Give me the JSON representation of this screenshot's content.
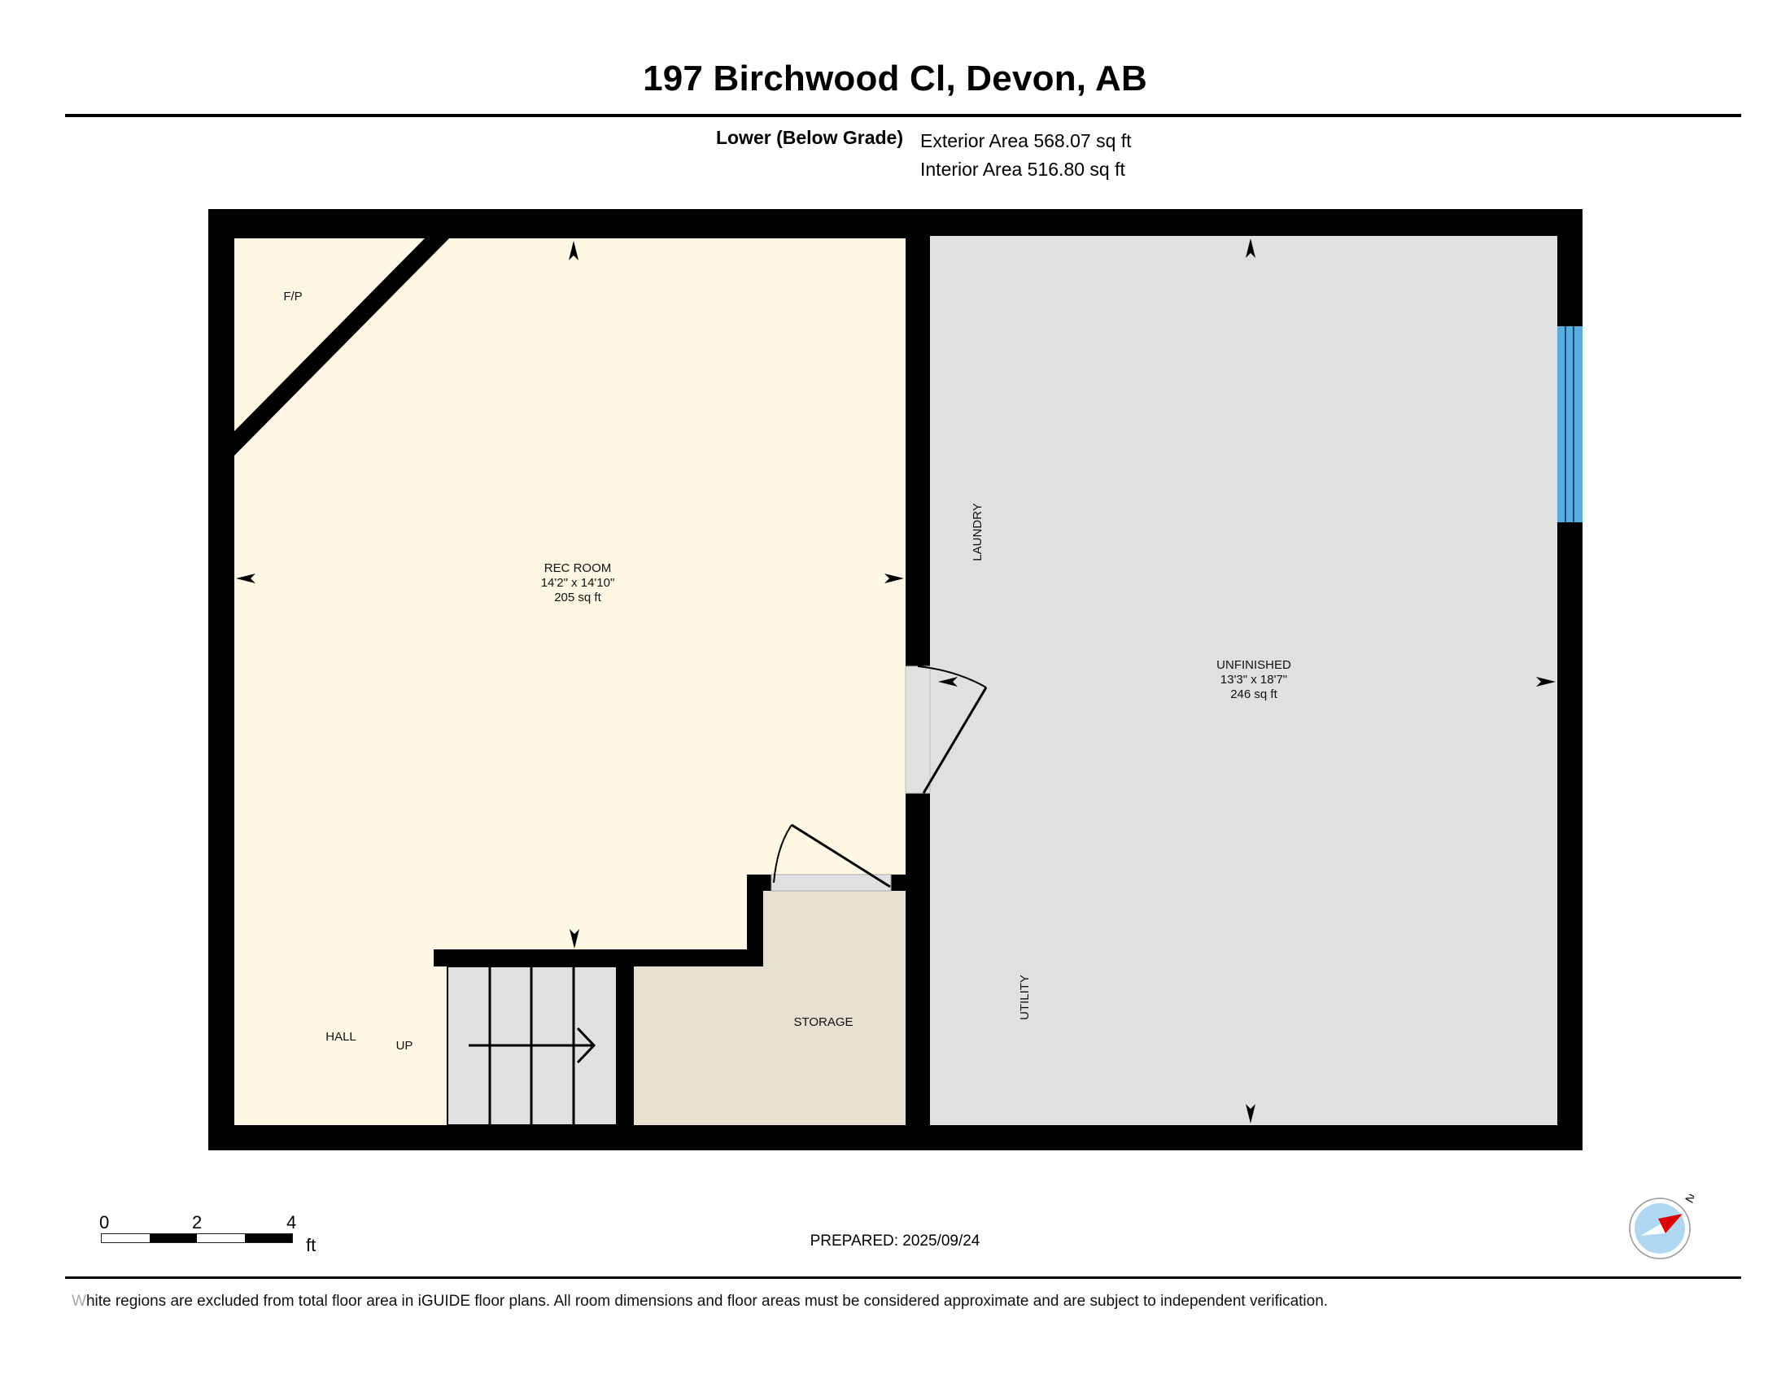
{
  "header": {
    "title": "197 Birchwood Cl, Devon, AB",
    "level": "Lower (Below Grade)",
    "exterior_area": "Exterior Area 568.07 sq ft",
    "interior_area": "Interior Area 516.80 sq ft"
  },
  "colors": {
    "wall": "#000000",
    "rec_room_fill": "#fdf7e3",
    "unfinished_fill": "#e0e0e0",
    "storage_fill": "#e7dfcf",
    "stairs_fill": "#e0e0e0",
    "window": "#5aaede",
    "window_line": "#1a4a7a",
    "compass_disc": "#aed8f2",
    "compass_needle": "#e00000"
  },
  "rooms": {
    "rec_room": {
      "name": "REC ROOM",
      "dimensions": "14'2\" x 14'10\"",
      "area": "205 sq ft"
    },
    "unfinished": {
      "name": "UNFINISHED",
      "dimensions": "13'3\" x 18'7\"",
      "area": "246 sq ft"
    },
    "fireplace": {
      "name": "F/P"
    },
    "laundry": {
      "name": "LAUNDRY"
    },
    "utility": {
      "name": "UTILITY"
    },
    "storage": {
      "name": "STORAGE"
    },
    "hall": {
      "name": "HALL"
    },
    "stairs": {
      "name": "UP"
    }
  },
  "scale_bar": {
    "ticks": [
      "0",
      "2",
      "4"
    ],
    "unit": "ft"
  },
  "compass": {
    "label": "N"
  },
  "footer": {
    "prepared": "PREPARED: 2025/09/24",
    "disclaimer_first": "W",
    "disclaimer_rest": "hite regions are excluded from total floor area in iGUIDE floor plans. All room dimensions and floor areas must be considered approximate and are subject to independent verification."
  }
}
